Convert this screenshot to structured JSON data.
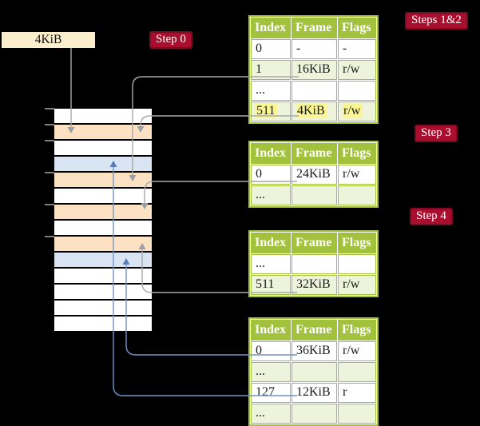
{
  "colors": {
    "background": "#000000",
    "table_border_green": "#a2c13c",
    "table_header_green": "#a2c13c",
    "row_light_green": "#eef3dc",
    "row_white": "#ffffff",
    "memory_frame_peach": "#fce1c3",
    "memory_page_blue": "#d9e5f3",
    "highlight_yellow": "#fbf693",
    "label_crimson": "#a90e2e",
    "label_border": "#7c0b21",
    "cr3_cream": "#faeecd",
    "gray_arrow": "#a9a9a9",
    "gray_arrowhead": "#9aa0a6",
    "blue_arrow": "#7394c7",
    "blue_arrowhead": "#5a7db3",
    "tick_gray": "#7f7f7f"
  },
  "cr3": {
    "label": "4KiB"
  },
  "labels": {
    "step0": "Step 0",
    "steps12": "Steps 1&2",
    "step3": "Step 3",
    "step4": "Step 4"
  },
  "table_headers": [
    "Index",
    "Frame",
    "Flags"
  ],
  "tables": [
    {
      "id": "table1",
      "step_ref": "Steps 1&2",
      "rows": [
        {
          "cells": [
            "0",
            "-",
            "-"
          ],
          "highlight": false
        },
        {
          "cells": [
            "1",
            "16KiB",
            "r/w"
          ],
          "highlight": false
        },
        {
          "cells": [
            "...",
            "",
            ""
          ],
          "highlight": false
        },
        {
          "cells": [
            "511",
            "4KiB",
            "r/w"
          ],
          "highlight": true
        }
      ]
    },
    {
      "id": "table2",
      "step_ref": "Step 3",
      "rows": [
        {
          "cells": [
            "0",
            "24KiB",
            "r/w"
          ],
          "highlight": false
        },
        {
          "cells": [
            "...",
            "",
            ""
          ],
          "highlight": false
        }
      ]
    },
    {
      "id": "table3",
      "step_ref": "Step 4",
      "rows": [
        {
          "cells": [
            "...",
            "",
            ""
          ],
          "highlight": false
        },
        {
          "cells": [
            "511",
            "32KiB",
            "r/w"
          ],
          "highlight": false
        }
      ]
    },
    {
      "id": "table4",
      "step_ref": "",
      "rows": [
        {
          "cells": [
            "0",
            "36KiB",
            "r/w"
          ],
          "highlight": false
        },
        {
          "cells": [
            "...",
            "",
            ""
          ],
          "highlight": false
        },
        {
          "cells": [
            "127",
            "12KiB",
            "r"
          ],
          "highlight": false
        },
        {
          "cells": [
            "...",
            "",
            ""
          ],
          "highlight": false
        }
      ]
    }
  ],
  "memory": {
    "row_colors": [
      "white",
      "peach",
      "white",
      "blue",
      "peach",
      "white",
      "peach",
      "white",
      "peach",
      "blue",
      "white",
      "white",
      "white",
      "white"
    ],
    "tick_rows": [
      0,
      1,
      2,
      4,
      6,
      8
    ]
  },
  "edges": [
    {
      "id": "e1",
      "from": "cr3-box",
      "to": "memory-row-1",
      "color": "gray"
    },
    {
      "id": "e2",
      "from": "table1-row-1",
      "to": "memory-row-4",
      "color": "gray"
    },
    {
      "id": "e3",
      "from": "table1-row-3",
      "to": "memory-row-1",
      "color": "gray"
    },
    {
      "id": "e4",
      "from": "table2-row-0",
      "to": "memory-row-6",
      "color": "gray"
    },
    {
      "id": "e5",
      "from": "table3-row-1",
      "to": "memory-row-8",
      "color": "gray"
    },
    {
      "id": "e6",
      "from": "table4-row-0",
      "to": "memory-row-9",
      "color": "blue"
    },
    {
      "id": "e7",
      "from": "table4-row-2",
      "to": "memory-row-3",
      "color": "blue"
    }
  ]
}
